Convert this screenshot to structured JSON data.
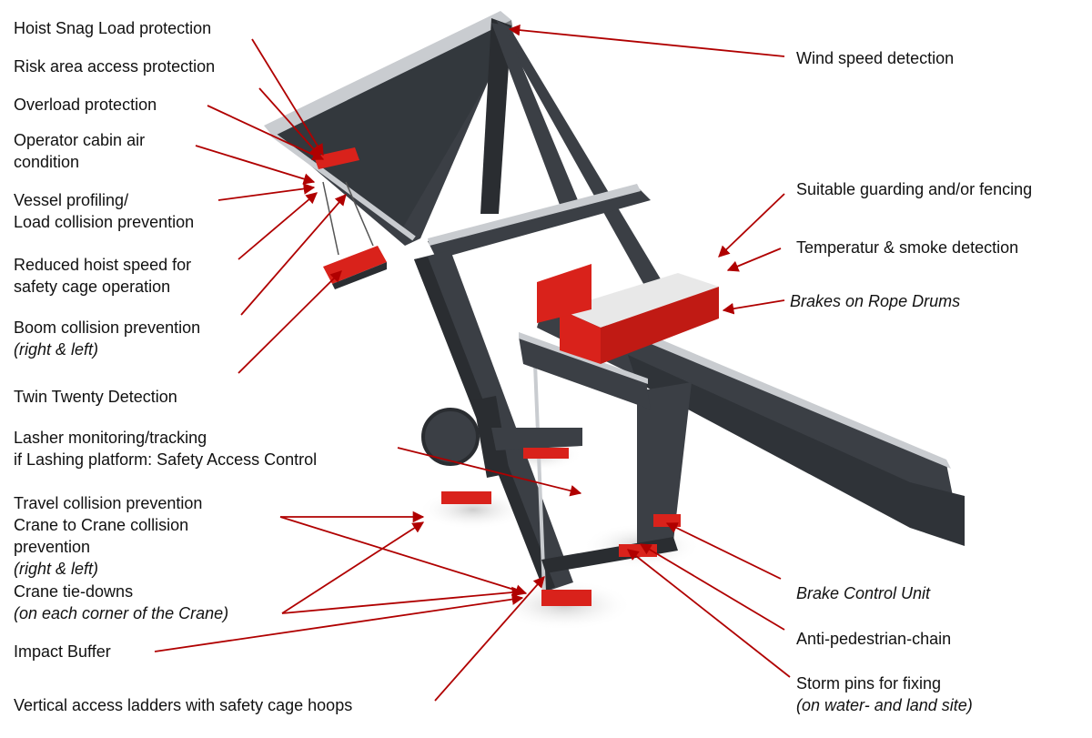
{
  "colors": {
    "leader": "#b00000",
    "steel": "#3b3f45",
    "steel_dark": "#2a2d31",
    "walkway": "#c9ccd0",
    "house_red": "#d9221b",
    "house_roof": "#e8e8e8"
  },
  "labels": {
    "hoist_snag": "Hoist Snag Load protection",
    "risk_area": "Risk area access protection",
    "overload": "Overload protection",
    "cabin_air_1": "Operator cabin air",
    "cabin_air_2": "condition",
    "vessel_1": "Vessel profiling/",
    "vessel_2": "Load collision prevention",
    "hoist_speed_1": "Reduced hoist speed for",
    "hoist_speed_2": "safety cage operation",
    "boom_collision_1": "Boom collision prevention",
    "boom_collision_2": "(right & left)",
    "twin_twenty": "Twin Twenty Detection",
    "lasher_1": "Lasher monitoring/tracking",
    "lasher_2": "if Lashing platform: Safety Access Control",
    "travel_1": "Travel collision prevention",
    "travel_2": "Crane to Crane collision",
    "travel_3a": "prevention ",
    "travel_3b": "(right & left)",
    "tiedowns_1": "Crane tie-downs",
    "tiedowns_2": "(on each corner of the Crane)",
    "impact_buffer": "Impact Buffer",
    "ladders": "Vertical access ladders with safety cage hoops",
    "wind_speed": "Wind speed detection",
    "guarding": "Suitable guarding and/or fencing",
    "temperature": "Temperatur & smoke detection",
    "rope_brakes": "Brakes on Rope Drums",
    "brake_control": "Brake Control Unit",
    "anti_pedestrian": "Anti-pedestrian-chain",
    "storm_pins_1": "Storm pins for fixing",
    "storm_pins_2": "(on water- and  land site)"
  }
}
